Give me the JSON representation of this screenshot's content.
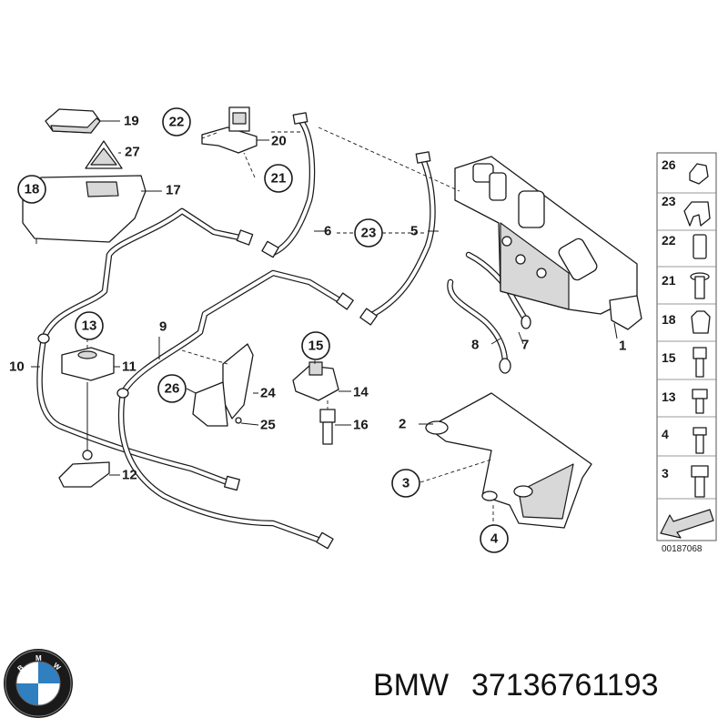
{
  "diagram": {
    "callouts": [
      {
        "id": "c3",
        "label": "3"
      },
      {
        "id": "c4",
        "label": "4"
      },
      {
        "id": "c13",
        "label": "13"
      },
      {
        "id": "c15",
        "label": "15"
      },
      {
        "id": "c18",
        "label": "18"
      },
      {
        "id": "c21",
        "label": "21"
      },
      {
        "id": "c22",
        "label": "22"
      },
      {
        "id": "c23",
        "label": "23"
      },
      {
        "id": "c26",
        "label": "26"
      }
    ],
    "labels": [
      {
        "id": "l1",
        "label": "1"
      },
      {
        "id": "l2",
        "label": "2"
      },
      {
        "id": "l5",
        "label": "5"
      },
      {
        "id": "l6",
        "label": "6"
      },
      {
        "id": "l7",
        "label": "7"
      },
      {
        "id": "l8",
        "label": "8"
      },
      {
        "id": "l9",
        "label": "9"
      },
      {
        "id": "l10",
        "label": "10"
      },
      {
        "id": "l11",
        "label": "11"
      },
      {
        "id": "l12",
        "label": "12"
      },
      {
        "id": "l14",
        "label": "14"
      },
      {
        "id": "l16",
        "label": "16"
      },
      {
        "id": "l17",
        "label": "17"
      },
      {
        "id": "l19",
        "label": "19"
      },
      {
        "id": "l20",
        "label": "20"
      },
      {
        "id": "l24",
        "label": "24"
      },
      {
        "id": "l25",
        "label": "25"
      },
      {
        "id": "l27",
        "label": "27"
      }
    ],
    "fastener_legend": [
      "26",
      "23",
      "22",
      "21",
      "18",
      "15",
      "13",
      "4",
      "3"
    ],
    "image_code": "00187068"
  },
  "footer": {
    "brand": "BMW",
    "part_number": "37136761193"
  },
  "colors": {
    "line": "#1a1a1a",
    "logo_blue": "#2f7fc1",
    "logo_ring": "#1a1a1a"
  }
}
